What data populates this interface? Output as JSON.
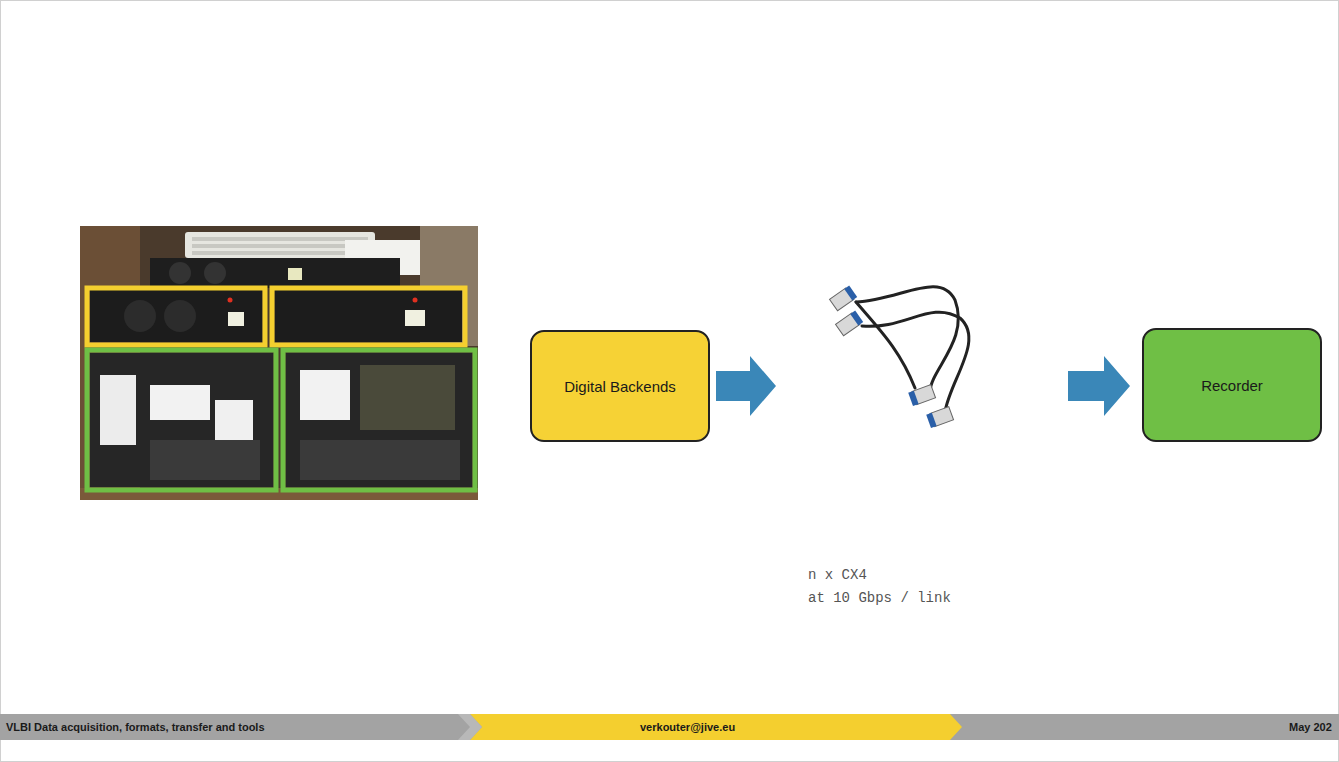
{
  "diagram": {
    "nodes": [
      {
        "text": [
          "Digital Backends"
        ]
      },
      {
        "text": [
          "Recorder"
        ]
      }
    ],
    "edges": [
      {
        "from": 0,
        "to": 1,
        "arrow": "to"
      }
    ],
    "labels": [
      "n x CX4",
      "at 10 Gbps / link",
      "VLBI Data acquisition, formats, transfer and tools",
      "verkouter@jive.eu",
      "May 202"
    ]
  }
}
